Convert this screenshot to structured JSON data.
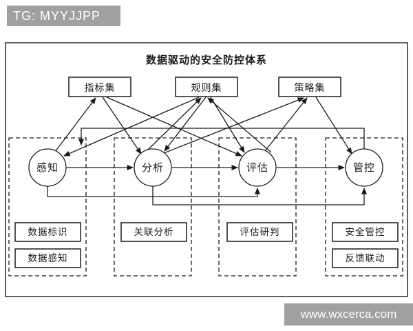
{
  "colors": {
    "ink": "#1a1a1a",
    "badge_bg": "#a0a0a0",
    "page_bg": "#ffffff"
  },
  "badge": {
    "text": "TG: MYYJJPP"
  },
  "watermark": {
    "text": "www.wxcerca.com"
  },
  "diagram": {
    "title": "数据驱动的安全防控体系",
    "top_boxes": {
      "indicator_set": "指标集",
      "rule_set": "规则集",
      "strategy_set": "策略集"
    },
    "stages": {
      "perception": "感知",
      "analysis": "分析",
      "evaluation": "评估",
      "control": "管控"
    },
    "capabilities": {
      "data_identification": "数据标识",
      "data_perception": "数据感知",
      "correlation_analysis": "关联分析",
      "evaluation_judgment": "评估研判",
      "security_control": "安全管控",
      "feedback_linkage": "反馈联动"
    }
  }
}
